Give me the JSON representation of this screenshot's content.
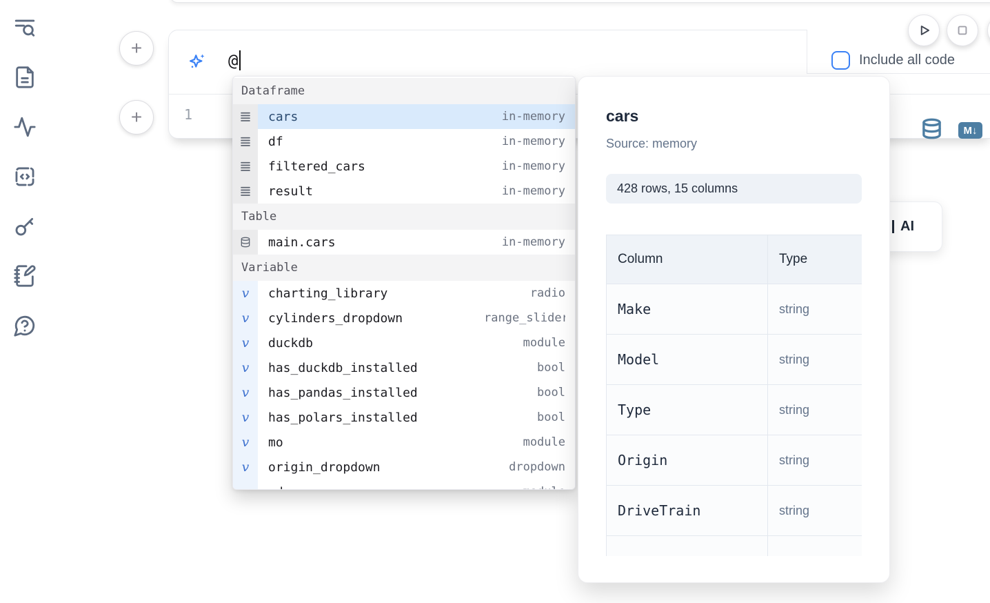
{
  "sidebar": {
    "icons": [
      "table-of-contents-search-icon",
      "file-icon",
      "activity-icon",
      "snippets-icon",
      "secrets-key-icon",
      "scratchpad-icon",
      "help-icon"
    ]
  },
  "cell": {
    "add_cell_glyph": "+",
    "prompt": {
      "value": "@",
      "icon": "sparkles-icon"
    },
    "include_all_code": {
      "label": "Include all code",
      "checked": false
    },
    "editor": {
      "line_number": "1"
    },
    "actions": {
      "database_icon": "database-icon",
      "markdown_badge": "M↓"
    }
  },
  "autocomplete": {
    "sections": [
      {
        "label": "Dataframe",
        "kind": "dataframe",
        "icon": "dataframe-rows-icon",
        "items": [
          {
            "name": "cars",
            "type": "in-memory",
            "selected": true
          },
          {
            "name": "df",
            "type": "in-memory",
            "selected": false
          },
          {
            "name": "filtered_cars",
            "type": "in-memory",
            "selected": false
          },
          {
            "name": "result",
            "type": "in-memory",
            "selected": false
          }
        ]
      },
      {
        "label": "Table",
        "kind": "table",
        "icon": "database-icon",
        "items": [
          {
            "name": "main.cars",
            "type": "in-memory",
            "selected": false
          }
        ]
      },
      {
        "label": "Variable",
        "kind": "variable",
        "icon": "variable-v-icon",
        "items": [
          {
            "name": "charting_library",
            "type": "radio",
            "selected": false
          },
          {
            "name": "cylinders_dropdown",
            "type": "range_slider",
            "selected": false
          },
          {
            "name": "duckdb",
            "type": "module",
            "selected": false
          },
          {
            "name": "has_duckdb_installed",
            "type": "bool",
            "selected": false
          },
          {
            "name": "has_pandas_installed",
            "type": "bool",
            "selected": false
          },
          {
            "name": "has_polars_installed",
            "type": "bool",
            "selected": false
          },
          {
            "name": "mo",
            "type": "module",
            "selected": false
          },
          {
            "name": "origin_dropdown",
            "type": "dropdown",
            "selected": false
          },
          {
            "name": "pd",
            "type": "module",
            "selected": false
          }
        ]
      }
    ]
  },
  "preview": {
    "title": "cars",
    "source": "Source: memory",
    "shape": "428 rows, 15 columns",
    "table": {
      "headers": [
        "Column",
        "Type"
      ],
      "rows": [
        [
          "Make",
          "string"
        ],
        [
          "Model",
          "string"
        ],
        [
          "Type",
          "string"
        ],
        [
          "Origin",
          "string"
        ],
        [
          "DriveTrain",
          "string"
        ],
        [
          "",
          ""
        ]
      ]
    }
  },
  "ai_button": {
    "label": "AI"
  },
  "colors": {
    "accent_blue": "#3b82f6",
    "steel_blue": "#4d7ea3",
    "selection_blue": "#d9eafc",
    "sidebar_icon": "#5d6b80"
  }
}
